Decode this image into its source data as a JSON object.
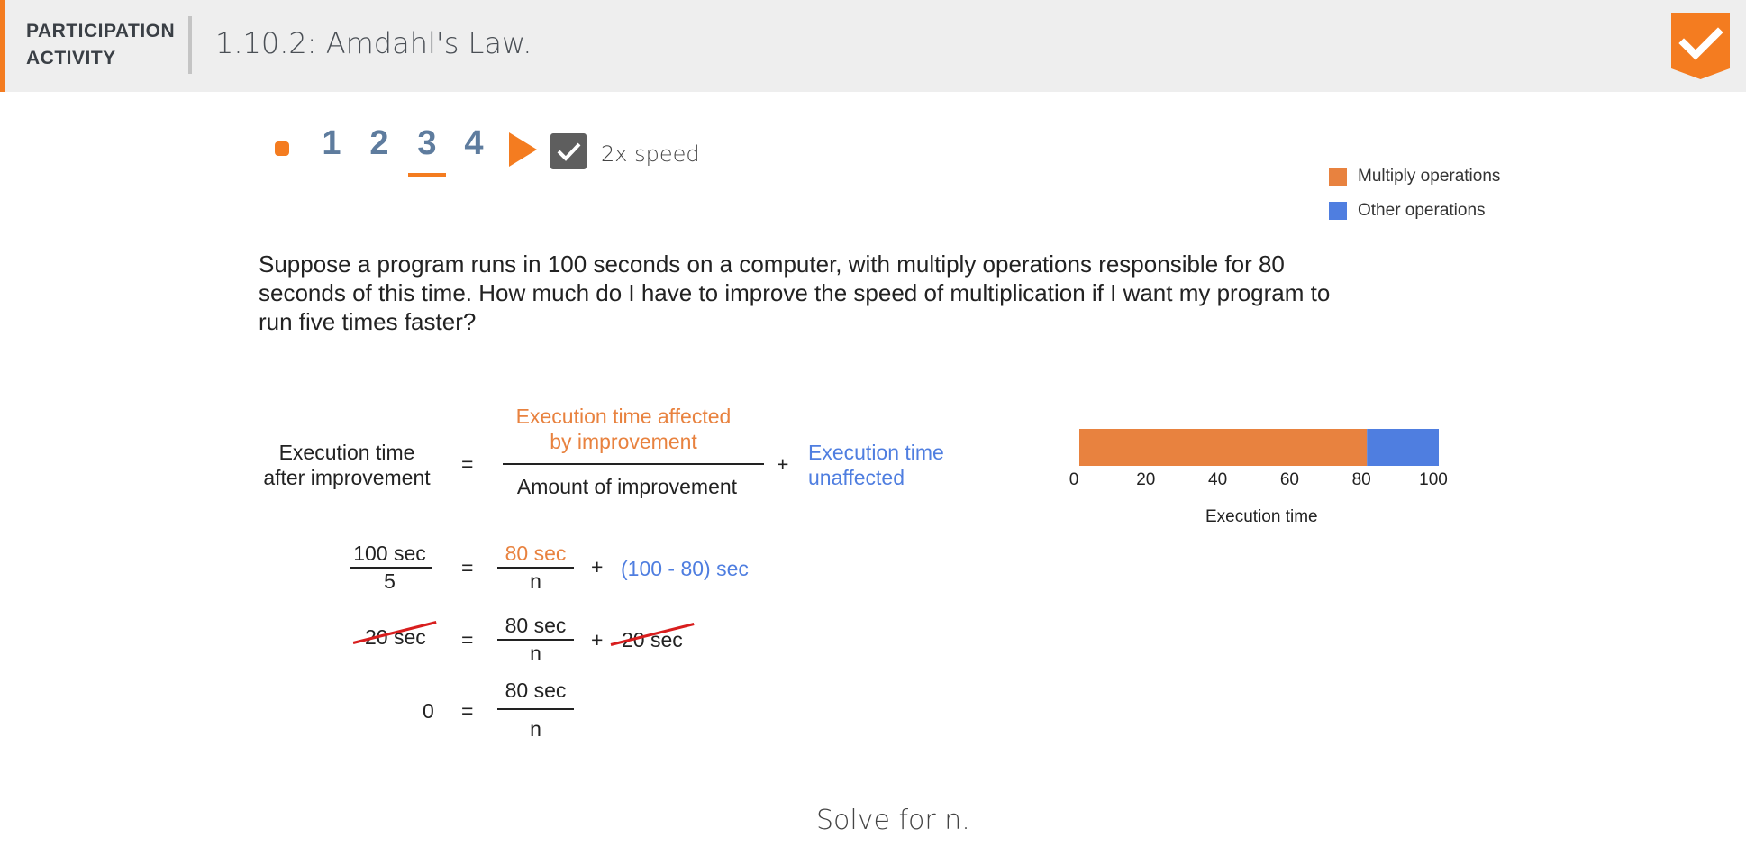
{
  "header": {
    "label_line1": "PARTICIPATION",
    "label_line2": "ACTIVITY",
    "title": "1.10.2: Amdahl's Law.",
    "badge_icon": "checkmark-icon",
    "accent_color": "#f47c20"
  },
  "controls": {
    "steps": [
      "1",
      "2",
      "3",
      "4"
    ],
    "active_step": "3",
    "speed_checked": true,
    "speed_label": "2x speed"
  },
  "legend": [
    {
      "label": "Multiply operations",
      "color": "#e8823f"
    },
    {
      "label": "Other operations",
      "color": "#4f7ee0"
    }
  ],
  "question": "Suppose a program runs in 100 seconds on a computer, with multiply operations responsible for 80 seconds of this time. How much do I have to improve the speed of multiplication if I want my program to run five times faster?",
  "formula": {
    "lhs_line1": "Execution time",
    "lhs_line2": "after improvement",
    "equals": "=",
    "numerator_line1": "Execution time affected",
    "numerator_line2": "by improvement",
    "denominator": "Amount of improvement",
    "plus": "+",
    "unaffected_line1": "Execution time",
    "unaffected_line2": "unaffected"
  },
  "steps_eq": [
    {
      "lhs_num": "100 sec",
      "lhs_den": "5",
      "eq": "=",
      "num": "80 sec",
      "den": "n",
      "plus": "+",
      "rhs": "(100 - 80) sec"
    },
    {
      "lhs": "20 sec",
      "eq": "=",
      "num": "80 sec",
      "den": "n",
      "plus": "+",
      "rhs": "20 sec"
    },
    {
      "lhs": "0",
      "eq": "=",
      "num": "80 sec",
      "den": "n"
    }
  ],
  "chart_data": {
    "type": "bar",
    "orientation": "horizontal",
    "stacked": true,
    "series": [
      {
        "name": "Multiply operations",
        "values": [
          80
        ],
        "color": "#e8823f"
      },
      {
        "name": "Other operations",
        "values": [
          20
        ],
        "color": "#4f7ee0"
      }
    ],
    "xlabel": "Execution time",
    "xlim": [
      0,
      100
    ],
    "xticks": [
      "0",
      "20",
      "40",
      "60",
      "80",
      "100"
    ],
    "legend_position": "top-right"
  },
  "footer": {
    "prompt": "Solve for n."
  }
}
